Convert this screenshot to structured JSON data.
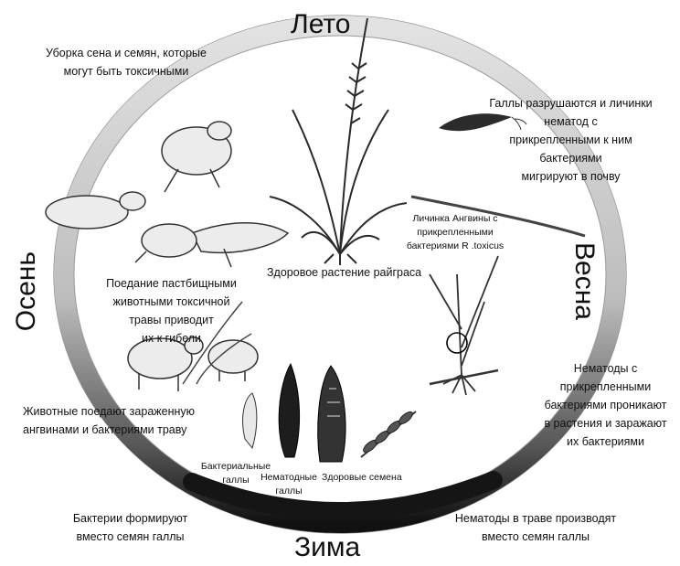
{
  "seasons": {
    "summer": "Лето",
    "spring": "Весна",
    "winter": "Зима",
    "autumn": "Осень"
  },
  "labels": {
    "hay_harvest": "Уборка сена и семян, которые\nмогут быть токсичными",
    "galls_break": "Галлы разрушаются и личинки\nнематод с\nприкрепленными к ним\nбактериями\nмигрируют в почву",
    "larva": "Личинка Ангвины с\nприкрепленными\nбактериями R .toxicus",
    "healthy_plant": "Здоровое растение райграса",
    "grazing": "Поедание пастбищными\nживотными токсичной\nтравы приводит\nих к гибели",
    "nematodes_enter": "Нематоды с\nприкрепленными\nбактериями проникают\nв растения и заражают\nих бактериями",
    "animals_eat": "Животные поедают зараженную\nангвинами и бактериями  траву",
    "bacterial_galls": "Бактериальные\nгаллы",
    "nematode_galls": "Нематодные\nгаллы",
    "healthy_seeds": "Здоровые семена",
    "bacteria_form": "Бактерии формируют\nвместо семян галлы",
    "nematodes_produce": "Нематоды в траве производят\nвместо семян галлы"
  },
  "colors": {
    "ring_light": "#d6d6d6",
    "ring_dark": "#1c1c1c",
    "ink": "#222222"
  }
}
